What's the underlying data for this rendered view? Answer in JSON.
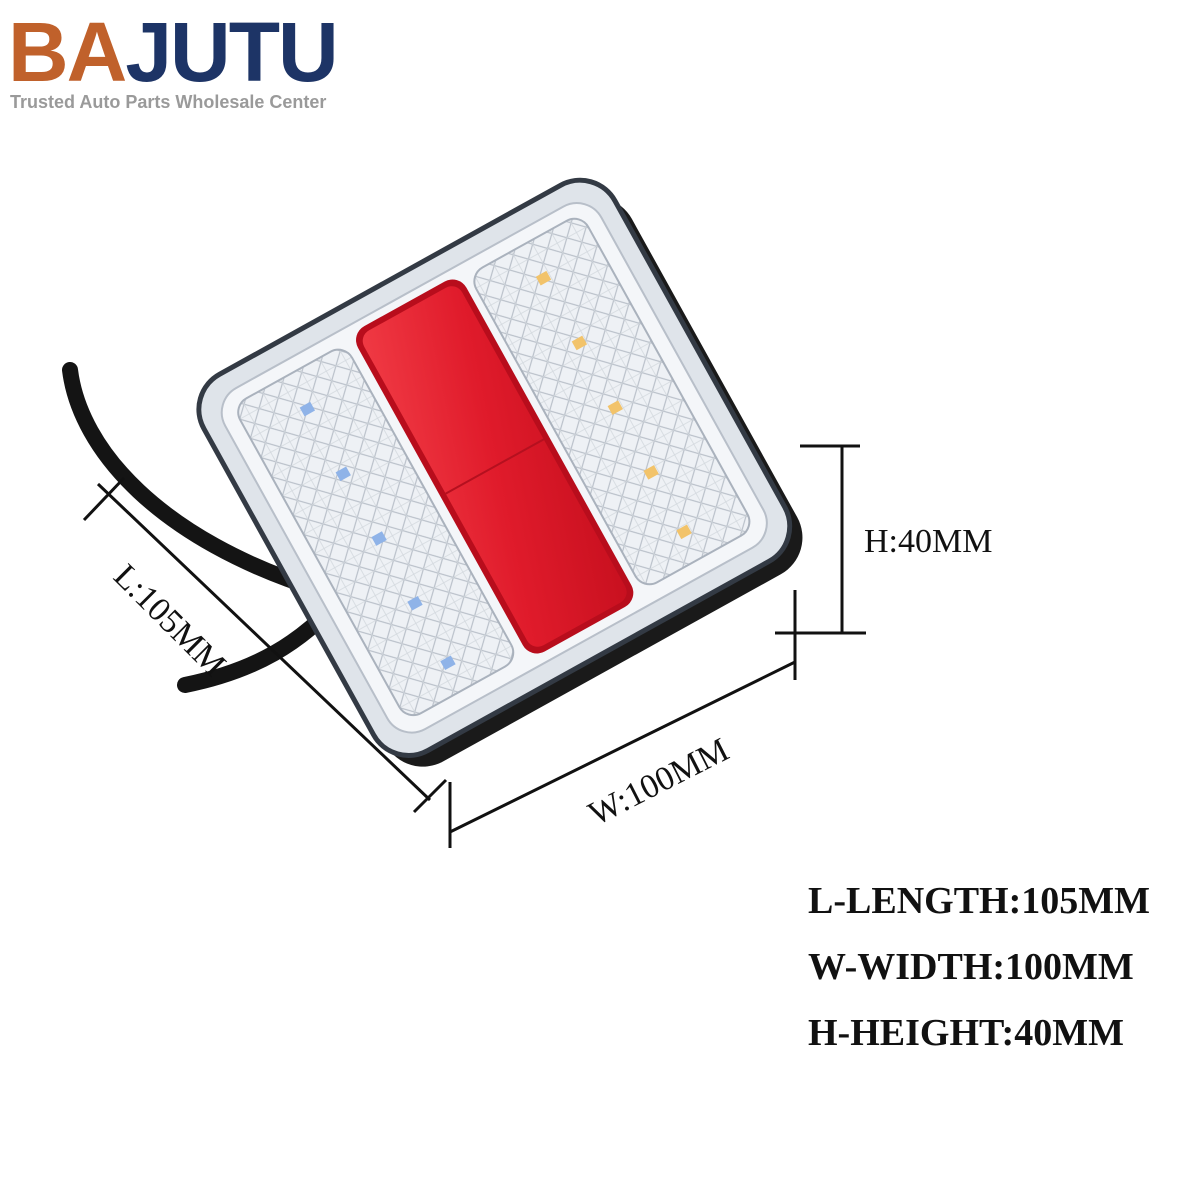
{
  "brand": {
    "logo_part1": "BA",
    "logo_part2": "JUTU",
    "tagline": "Trusted Auto Parts Wholesale Center",
    "colors": {
      "ba": "#c0612b",
      "jutu": "#1d3466"
    }
  },
  "dimensions": {
    "length_label": "L:105MM",
    "width_label": "W:100MM",
    "height_label": "H:40MM"
  },
  "specs": [
    "L-LENGTH:105MM",
    "W-WIDTH:100MM",
    "H-HEIGHT:40MM"
  ],
  "colors": {
    "reflector": "#e8202e",
    "lens": "#e9edf3",
    "housing": "#1a1a1a"
  }
}
